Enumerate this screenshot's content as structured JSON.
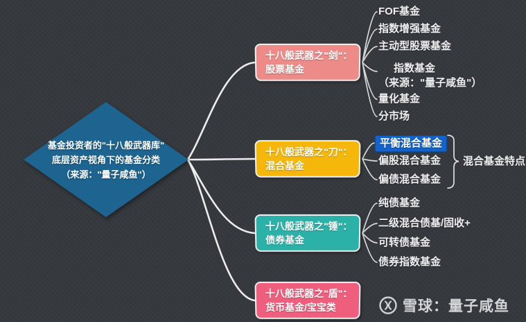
{
  "colors": {
    "background": "#34383c",
    "root_fill": "#1e6491",
    "branch_sword": "#ec8b87",
    "branch_saber": "#f4b70a",
    "branch_hammer": "#2cb1a8",
    "branch_shield": "#ef5f7d",
    "highlight_fill": "#1263cb",
    "line": "#eceded"
  },
  "root": {
    "line1": "基金投资者的\"十八般武器库\"",
    "line2": "底层资产视角下的基金分类",
    "line3": "（来源：\"量子咸鱼\"）"
  },
  "branches": [
    {
      "label_line1": "十八般武器之\"剑\"：",
      "label_line2": "股票基金",
      "leaves": [
        {
          "label": "FOF基金"
        },
        {
          "label": "指数增强基金"
        },
        {
          "label": "主动型股票基金"
        },
        {
          "label": "指数基金",
          "label2": "（来源：\"量子咸鱼\"）"
        },
        {
          "label": "量化基金"
        },
        {
          "label": "分市场"
        }
      ]
    },
    {
      "label_line1": "十八般武器之\"刀\"：",
      "label_line2": "混合基金",
      "group_label": "混合基金特点",
      "leaves": [
        {
          "label": "平衡混合基金",
          "highlighted": true
        },
        {
          "label": "偏股混合基金"
        },
        {
          "label": "偏债混合基金"
        }
      ]
    },
    {
      "label_line1": "十八般武器之\"锤\"：",
      "label_line2": "债券基金",
      "leaves": [
        {
          "label": "纯债基金"
        },
        {
          "label": "二级混合债基/固收+"
        },
        {
          "label": "可转债基金"
        },
        {
          "label": "债券指数基金"
        }
      ]
    },
    {
      "label_line1": "十八般武器之\"盾\"：",
      "label_line2": "货币基金/宝宝类",
      "leaves": []
    }
  ],
  "watermark": {
    "text": "雪球：量子咸鱼"
  }
}
